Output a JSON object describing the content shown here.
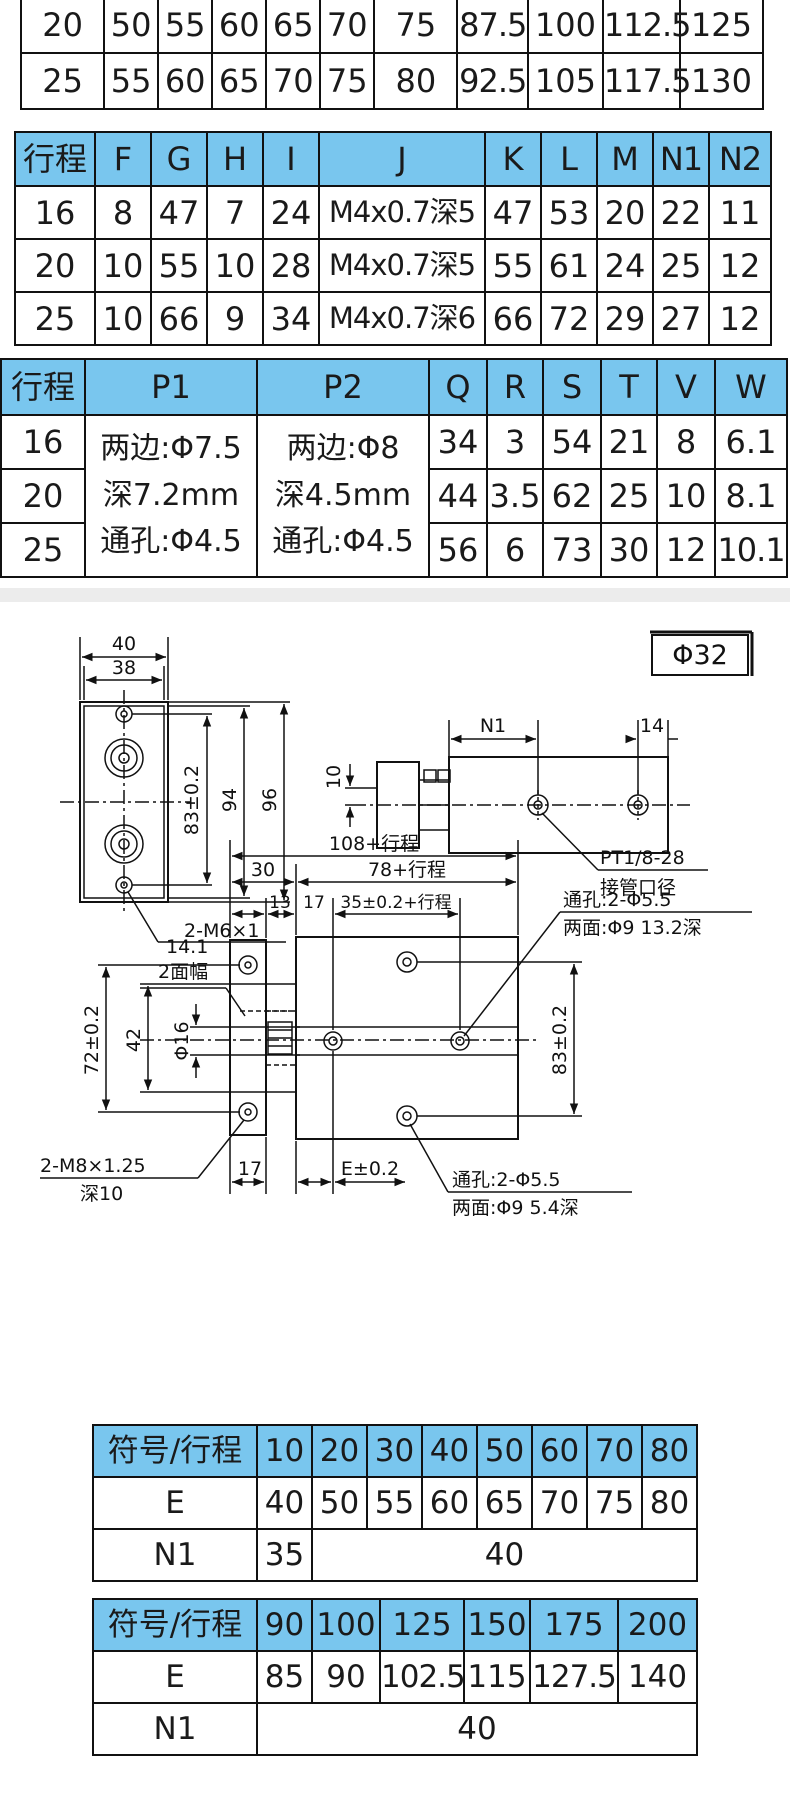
{
  "table1": {
    "rows": [
      [
        "20",
        "50",
        "55",
        "60",
        "65",
        "70",
        "75",
        "87.5",
        "100",
        "112.5",
        "125"
      ],
      [
        "25",
        "55",
        "60",
        "65",
        "70",
        "75",
        "80",
        "92.5",
        "105",
        "117.5",
        "130"
      ]
    ]
  },
  "table2": {
    "headers": [
      "行程",
      "F",
      "G",
      "H",
      "I",
      "J",
      "K",
      "L",
      "M",
      "N1",
      "N2"
    ],
    "rows": [
      [
        "16",
        "8",
        "47",
        "7",
        "24",
        "M4x0.7深5",
        "47",
        "53",
        "20",
        "22",
        "11"
      ],
      [
        "20",
        "10",
        "55",
        "10",
        "28",
        "M4x0.7深5",
        "55",
        "61",
        "24",
        "25",
        "12"
      ],
      [
        "25",
        "10",
        "66",
        "9",
        "34",
        "M4x0.7深6",
        "66",
        "72",
        "29",
        "27",
        "12"
      ]
    ]
  },
  "table3": {
    "headers": [
      "行程",
      "P1",
      "P2",
      "Q",
      "R",
      "S",
      "T",
      "V",
      "W"
    ],
    "strokes": [
      "16",
      "20",
      "25"
    ],
    "p1_lines": [
      "两边:Φ7.5",
      "深7.2mm",
      "通孔:Φ4.5"
    ],
    "p2_lines": [
      "两边:Φ8",
      "深4.5mm",
      "通孔:Φ4.5"
    ],
    "rest_rows": [
      [
        "34",
        "3",
        "54",
        "21",
        "8",
        "6.1"
      ],
      [
        "44",
        "3.5",
        "62",
        "25",
        "10",
        "8.1"
      ],
      [
        "56",
        "6",
        "73",
        "30",
        "12",
        "10.1"
      ]
    ]
  },
  "drawing": {
    "bore_label": "Φ32",
    "front_view": {
      "dim_width_outer": "40",
      "dim_width_inner": "38",
      "dim_hole_pitch": "83±0.2",
      "dim_height_inner": "94",
      "dim_height_outer": "96",
      "mount_thread": "2-M6×1"
    },
    "side_view": {
      "dim_n1": "N1",
      "dim_14": "14",
      "dim_10": "10",
      "port_thread": "PT1/8-28",
      "port_caption": "接管口径"
    },
    "top_view": {
      "dim_total": "108+行程",
      "dim_body": "78+行程",
      "dim_30": "30",
      "dim_13": "13",
      "dim_17_top": "17",
      "dim_pitch": "35±0.2+行程",
      "dim_across_flats": "14.1",
      "across_flats_caption": "2面幅",
      "dim_rod_dia": "Φ16",
      "dim_72": "72±0.2",
      "dim_42": "42",
      "dim_83": "83±0.2",
      "dim_17_bottom": "17",
      "dim_e": "E±0.2",
      "thread_note_1": "2-M8×1.25",
      "thread_note_2": "深10",
      "hole_top_1": "通孔:2-Φ5.5",
      "hole_top_2": "两面:Φ9 13.2深",
      "hole_bottom_1": "通孔:2-Φ5.5",
      "hole_bottom_2": "两面:Φ9 5.4深"
    }
  },
  "table4": {
    "headers": [
      "符号/行程",
      "10",
      "20",
      "30",
      "40",
      "50",
      "60",
      "70",
      "80"
    ],
    "e_label": "E",
    "e_values": [
      "40",
      "50",
      "55",
      "60",
      "65",
      "70",
      "75",
      "80"
    ],
    "n1_label": "N1",
    "n1_first": "35",
    "n1_rest": "40"
  },
  "table5": {
    "headers": [
      "符号/行程",
      "90",
      "100",
      "125",
      "150",
      "175",
      "200"
    ],
    "e_label": "E",
    "e_values": [
      "85",
      "90",
      "102.5",
      "115",
      "127.5",
      "140"
    ],
    "n1_label": "N1",
    "n1_all": "40"
  }
}
